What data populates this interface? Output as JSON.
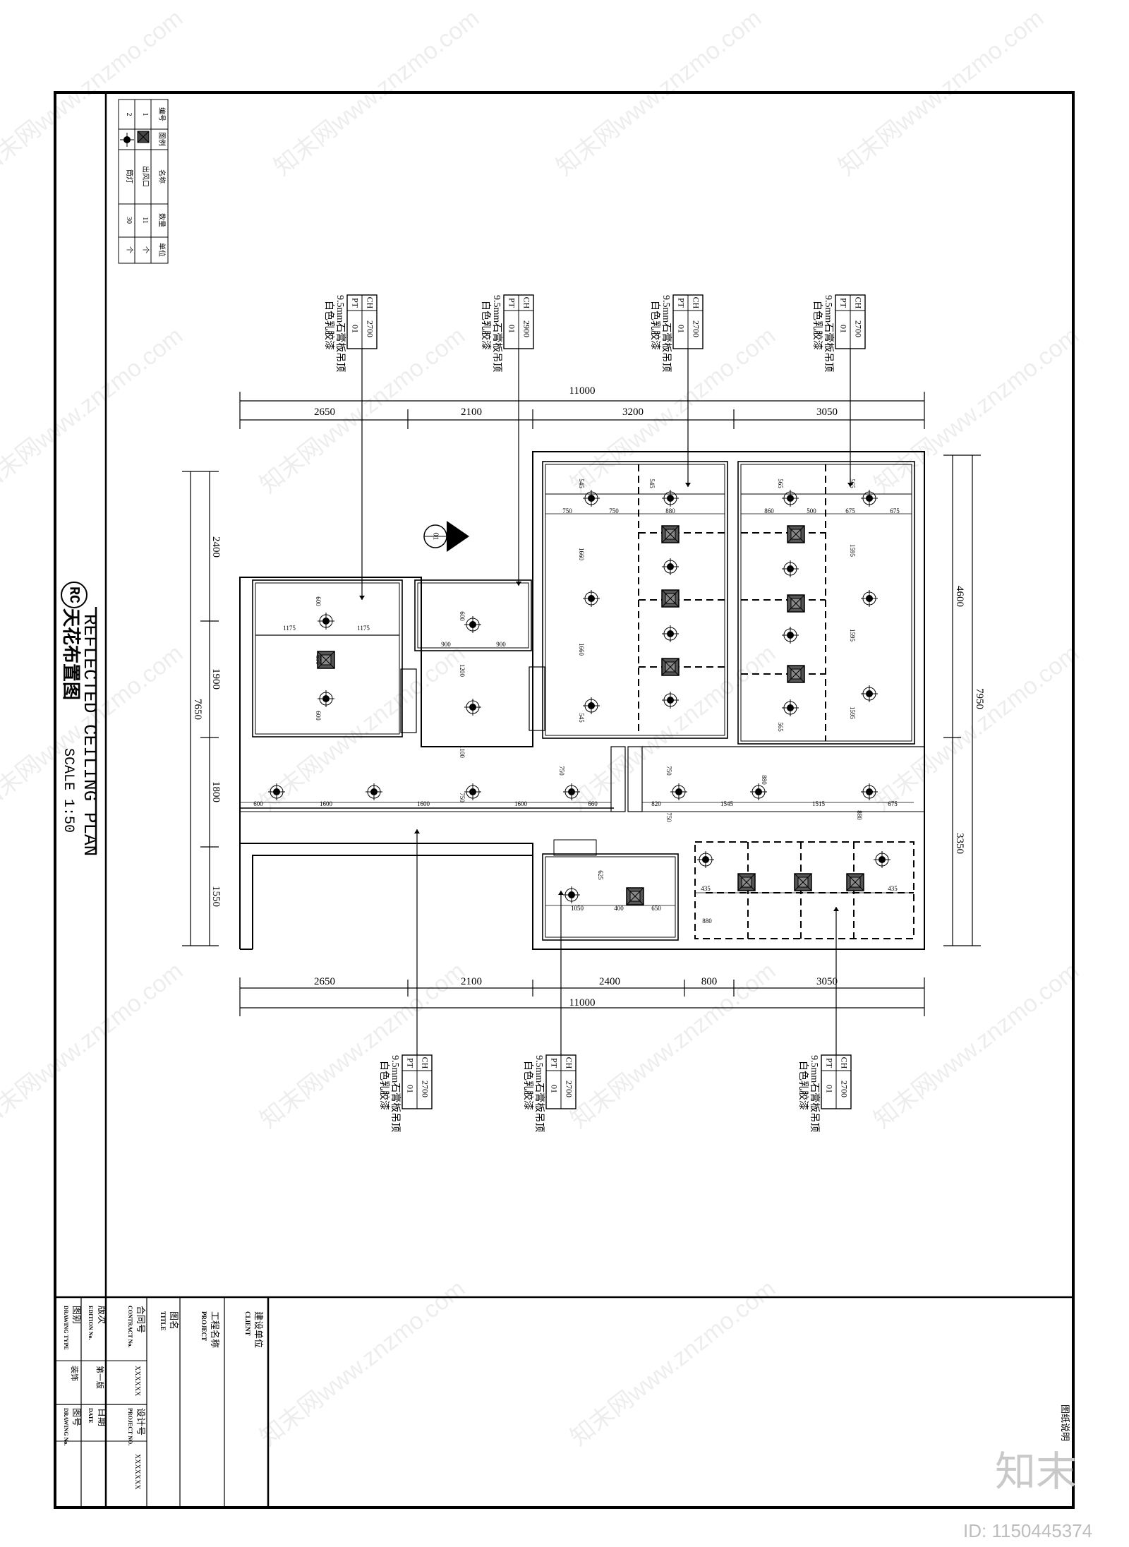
{
  "drawing": {
    "badge": "RC",
    "title_en": "REFLECTED CEILING PLAN",
    "title_cn": "天花布置图",
    "scale": "SCALE 1:50",
    "section_marker": "01"
  },
  "legend": {
    "headers": [
      "编号",
      "图例",
      "名称",
      "数量",
      "单位"
    ],
    "rows": [
      [
        "1",
        "",
        "出风口",
        "11",
        "个"
      ],
      [
        "2",
        "",
        "筒灯",
        "30",
        "个"
      ]
    ]
  },
  "dimensions": {
    "top_total": "11000",
    "top_segments": [
      "2650",
      "2100",
      "3200",
      "3050"
    ],
    "bottom_total": "11000",
    "bottom_segments": [
      "2650",
      "2100",
      "2400",
      "800",
      "3050"
    ],
    "left_total": "7650",
    "left_segments": [
      "2400",
      "1900",
      "1800",
      "1550"
    ],
    "right_total": "7950",
    "right_segments": [
      "4600",
      "3350"
    ],
    "interior": [
      "1175",
      "1175",
      "600",
      "650",
      "600",
      "900",
      "900",
      "600",
      "1200",
      "1100",
      "750",
      "600",
      "1600",
      "1600",
      "1600",
      "660",
      "750",
      "750",
      "750",
      "880",
      "545",
      "545",
      "1660",
      "1660",
      "545",
      "860",
      "500",
      "675",
      "675",
      "565",
      "565",
      "1595",
      "1595",
      "1595",
      "565",
      "820",
      "1545",
      "1515",
      "675",
      "880",
      "880",
      "750",
      "750",
      "1050",
      "400",
      "650",
      "625",
      "435",
      "435",
      "880"
    ]
  },
  "tags": [
    {
      "ch": "CH",
      "pt": "PT",
      "height": "2700",
      "code": "01",
      "note1": "9.5mm石膏板吊顶",
      "note2": "白色乳胶漆"
    },
    {
      "ch": "CH",
      "pt": "PT",
      "height": "2900",
      "code": "01",
      "note1": "9.5mm石膏板吊顶",
      "note2": "白色乳胶漆"
    },
    {
      "ch": "CH",
      "pt": "PT",
      "height": "2700",
      "code": "01",
      "note1": "9.5mm石膏板吊顶",
      "note2": "白色乳胶漆"
    },
    {
      "ch": "CH",
      "pt": "PT",
      "height": "2700",
      "code": "01",
      "note1": "9.5mm石膏板吊顶",
      "note2": "白色乳胶漆"
    },
    {
      "ch": "CH",
      "pt": "PT",
      "height": "2700",
      "code": "01",
      "note1": "9.5mm石膏板吊顶",
      "note2": "白色乳胶漆"
    },
    {
      "ch": "CH",
      "pt": "PT",
      "height": "2700",
      "code": "01",
      "note1": "9.5mm石膏板吊顶",
      "note2": "白色乳胶漆"
    },
    {
      "ch": "CH",
      "pt": "PT",
      "height": "2700",
      "code": "01",
      "note1": "9.5mm石膏板吊顶",
      "note2": "白色乳胶漆"
    }
  ],
  "title_block": {
    "client_cn": "建设单位",
    "client_en": "CLIENT",
    "project_cn": "工程名称",
    "project_en": "PROJECT",
    "title_cn": "图名",
    "title_en": "TITLE",
    "contract_cn": "合同号",
    "contract_en": "CONTRACT No.",
    "contract_val": "XXXXXX",
    "edition_cn": "版次",
    "edition_en": "EDITION No.",
    "edition_val": "第一版",
    "type_cn": "图别",
    "type_en": "DRAWING TYPE",
    "type_val": "装饰",
    "projno_cn": "设计号",
    "projno_en": "PROJECT NO.",
    "projno_val": "XXXXXXX",
    "date_cn": "日期",
    "date_en": "DATE",
    "dwgno_cn": "图号",
    "dwgno_en": "DRAWING No.",
    "notes_label": "图纸说明"
  },
  "watermark": {
    "text": "知末网www.znzmo.com",
    "logo": "知末",
    "id": "ID: 1150445374"
  }
}
